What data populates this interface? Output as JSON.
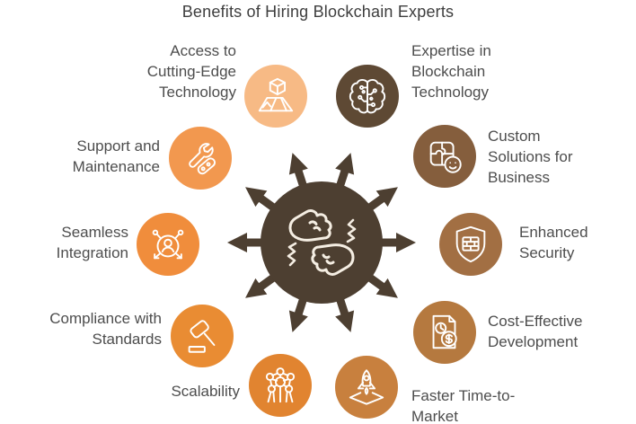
{
  "title": "Benefits of Hiring Blockchain Experts",
  "colors": {
    "background": "#FFFFFF",
    "title_text": "#3E3E3E",
    "label_text": "#4D4D4D",
    "icon_stroke": "#FFFFFF",
    "hub": "#4D3F31",
    "hub_icon_stroke": "#F5EEE3"
  },
  "center": {
    "icon": "fist-bump-hands-icon",
    "color": "#4D3F31",
    "arrow_count": 10
  },
  "items": [
    {
      "label": "Access to\nCutting-Edge\nTechnology",
      "icon": "cube-on-map-icon",
      "color": "#F7BA85",
      "label_side": "left"
    },
    {
      "label": "Expertise in\nBlockchain\nTechnology",
      "icon": "brain-circuit-icon",
      "color": "#5E4934",
      "label_side": "right"
    },
    {
      "label": "Support and\nMaintenance",
      "icon": "wrench-tools-icon",
      "color": "#F2984F",
      "label_side": "left"
    },
    {
      "label": "Custom\nSolutions for\nBusiness",
      "icon": "puzzle-smiley-icon",
      "color": "#855E3D",
      "label_side": "right"
    },
    {
      "label": "Seamless\nIntegration",
      "icon": "person-network-icon",
      "color": "#F08D3C",
      "label_side": "left"
    },
    {
      "label": "Enhanced\nSecurity",
      "icon": "shield-firewall-icon",
      "color": "#A26F43",
      "label_side": "right"
    },
    {
      "label": "Compliance with\nStandards",
      "icon": "gavel-icon",
      "color": "#E98C33",
      "label_side": "left"
    },
    {
      "label": "Cost-Effective\nDevelopment",
      "icon": "document-cost-icon",
      "color": "#B5793F",
      "label_side": "right"
    },
    {
      "label": "Scalability",
      "icon": "network-nodes-icon",
      "color": "#E18430",
      "label_side": "left"
    },
    {
      "label": "Faster Time-to-\nMarket",
      "icon": "rocket-launch-icon",
      "color": "#C8803E",
      "label_side": "right"
    }
  ]
}
